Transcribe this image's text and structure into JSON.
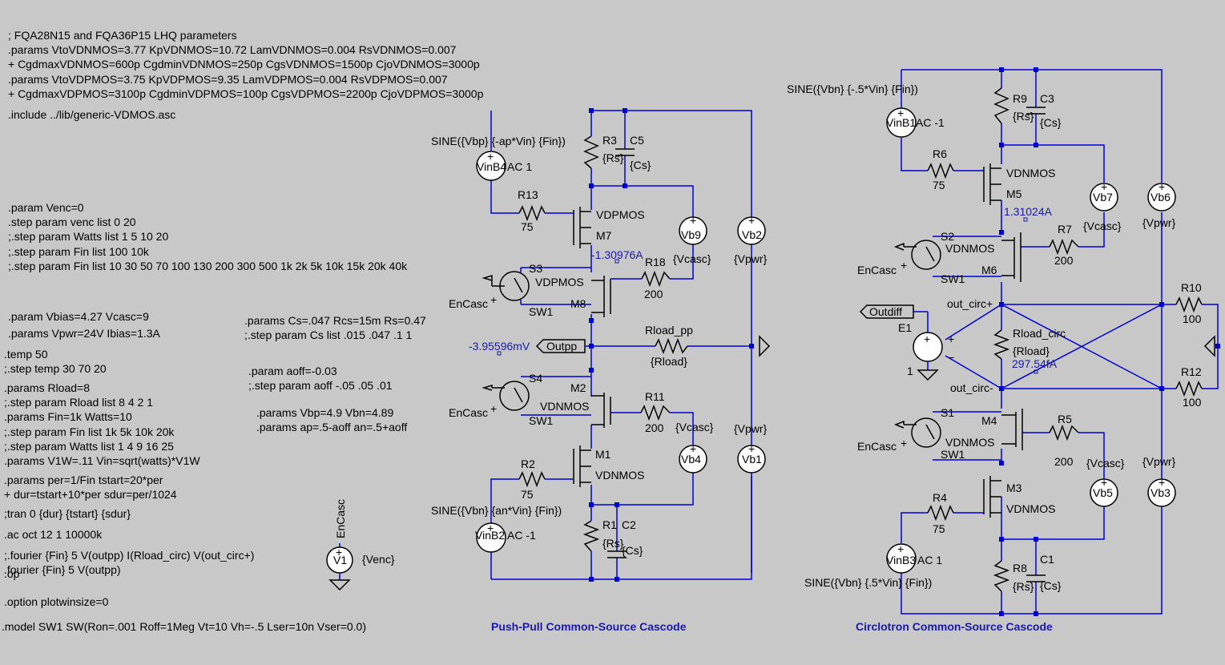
{
  "directives": [
    "; FQA28N15 and FQA36P15 LHQ parameters",
    ".params VtoVDNMOS=3.77 KpVDNMOS=10.72 LamVDNMOS=0.004 RsVDNMOS=0.007",
    " + CgdmaxVDNMOS=600p CgdminVDNMOS=250p CgsVDNMOS=1500p CjoVDNMOS=3000p",
    ".params VtoVDPMOS=3.75 KpVDPMOS=9.35 LamVDPMOS=0.004 RsVDPMOS=0.007",
    " + CgdmaxVDPMOS=3100p CgdminVDPMOS=100p CgsVDPMOS=2200p CjoVDPMOS=3000p",
    ".include ../lib/generic-VDMOS.asc",
    ".param Venc=0",
    ".step param venc list 0 20",
    ";.step param Watts list 1 5 10 20",
    ";.step param Fin list 100 10k",
    ";.step param Fin list 10 30 50 70 100 130 200 300 500 1k 2k 5k 10k 15k 20k 40k",
    ".param Vbias=4.27 Vcasc=9",
    ".params Vpwr=24V  Ibias=1.3A",
    ".temp 50",
    ";.step temp 30 70 20",
    ".params Rload=8",
    ";.step param Rload list 8 4 2 1",
    ".params Fin=1k  Watts=10",
    ";.step param Fin list 1k 5k 10k 20k",
    ";.step param Watts  list 1 4 9 16 25",
    ".params V1W=.11 Vin=sqrt(watts)*V1W",
    ".params per=1/Fin tstart=20*per",
    "+  dur=tstart+10*per sdur=per/1024",
    ";tran 0 {dur} {tstart} {sdur}",
    ".ac oct 12 1 10000k",
    ";.fourier {Fin} 5 V(outpp) I(Rload_circ) V(out_circ+)",
    ".fourier {Fin} 5 V(outpp)",
    ".op",
    ".option plotwinsize=0",
    ".model SW1 SW(Ron=.001 Roff=1Meg Vt=10 Vh=-.5 Lser=10n Vser=0.0)",
    ".params Cs=.047  Rcs=15m Rs=0.47",
    ";.step param Cs list .015 .047 .1 1",
    ".param aoff=-0.03",
    ";.step param aoff -.05 .05  .01",
    ".params Vbp=4.9 Vbn=4.89",
    ".params ap=.5-aoff an=.5+aoff"
  ],
  "titles": {
    "left": "Push-Pull Common-Source Cascode",
    "right": "Circlotron  Common-Source Cascode"
  },
  "op_values": {
    "m7_current": "-1.30976A",
    "m5_current": "1.31024A",
    "outpp_voltage": "-3.95596mV",
    "rload_circ_current": "297.54fA"
  },
  "labels": {
    "vinb4_func": "SINE({Vbp} {-ap*Vin} {Fin})",
    "vinb4_name": "VinB4",
    "vinb4_ac": "AC 1",
    "vinb2_func": "SINE({Vbn} {an*Vin} {Fin})",
    "vinb2_name": "VinB2",
    "vinb2_ac": "AC -1",
    "vinb1_func": "SINE({Vbn} {-.5*Vin} {Fin})",
    "vinb1_name": "VinB1",
    "vinb1_ac": "AC -1",
    "vinb3_func": "SINE({Vbn} {.5*Vin} {Fin})",
    "vinb3_name": "VinB3",
    "vinb3_ac": "AC 1",
    "r3": "R3",
    "c5": "C5",
    "rs": "{Rs}",
    "cs": "{Cs}",
    "r13": "R13",
    "r13v": "75",
    "m7": "M7",
    "m8": "M8",
    "m2": "M2",
    "m1": "M1",
    "vdpmos": "VDPMOS",
    "vdnmos": "VDNMOS",
    "vb9": "Vb9",
    "vb2": "Vb2",
    "vb4": "Vb4",
    "vb1": "Vb1",
    "vcasc": "{Vcasc}",
    "vpwr": "{Vpwr}",
    "s3": "S3",
    "s4": "S4",
    "sw1": "SW1",
    "encasc": "EnCasc",
    "r18": "R18",
    "r18v": "200",
    "rload_pp": "Rload_pp",
    "rload": "{Rload}",
    "outpp": "Outpp",
    "r11": "R11",
    "r11v": "200",
    "r2": "R2",
    "r2v": "75",
    "r1": "R1",
    "c2": "C2",
    "v1": "V1",
    "venc": "{Venc}",
    "encasc_vert": "EnCasc",
    "r9": "R9",
    "c3": "C3",
    "r6": "R6",
    "r6v": "75",
    "m5": "M5",
    "m6": "M6",
    "m4": "M4",
    "m3": "M3",
    "vb7": "Vb7",
    "vb6": "Vb6",
    "vb5": "Vb5",
    "vb3": "Vb3",
    "s2": "S2",
    "s1": "S1",
    "r7": "R7",
    "r7v": "200",
    "outdiff": "Outdiff",
    "e1": "E1",
    "e1gain": "1",
    "out_circ_p": "out_circ+",
    "out_circ_n": "out_circ-",
    "rload_circ": "Rload_circ",
    "r10": "R10",
    "r10v": "100",
    "r12": "R12",
    "r12v": "100",
    "r5": "R5",
    "r5v": "200",
    "r4": "R4",
    "r4v": "75",
    "r8": "R8",
    "c1": "C1"
  },
  "colors": {
    "background": "#c8c8c8",
    "wire": "#0000d0",
    "value_text": "#1a1aa8"
  }
}
